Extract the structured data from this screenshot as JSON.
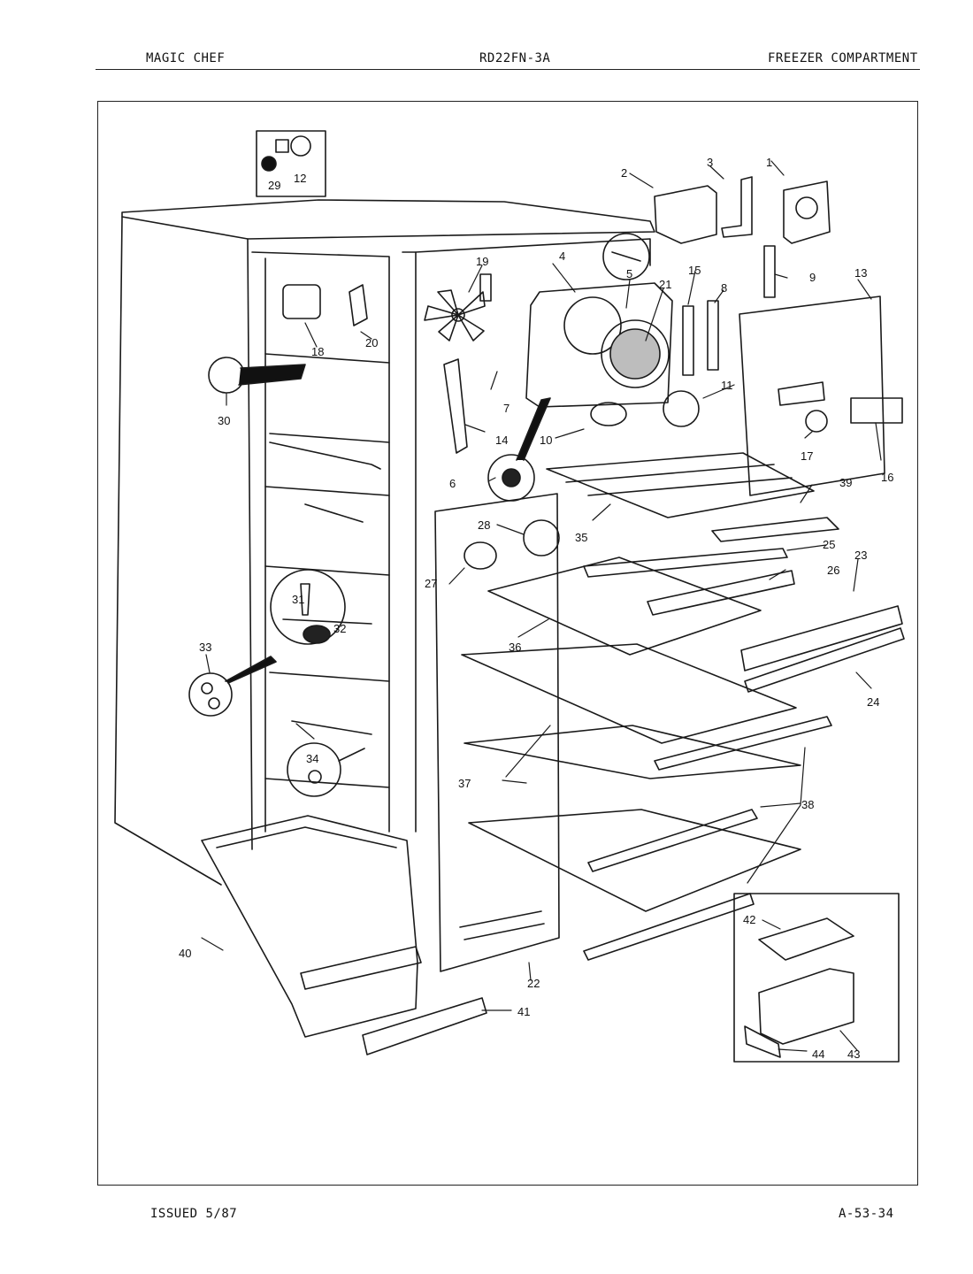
{
  "header": {
    "brand": "MAGIC CHEF",
    "model": "RD22FN-3A",
    "section": "FREEZER COMPARTMENT"
  },
  "footer": {
    "issued": "ISSUED 5/87",
    "code": "A-53-34"
  },
  "part_labels": [
    "1",
    "2",
    "3",
    "4",
    "5",
    "6",
    "7",
    "8",
    "9",
    "10",
    "11",
    "12",
    "13",
    "14",
    "15",
    "16",
    "17",
    "18",
    "19",
    "20",
    "21",
    "22",
    "23",
    "24",
    "25",
    "26",
    "27",
    "28",
    "29",
    "30",
    "31",
    "32",
    "33",
    "34",
    "35",
    "36",
    "37",
    "38",
    "39",
    "40",
    "41",
    "42",
    "43",
    "44"
  ]
}
